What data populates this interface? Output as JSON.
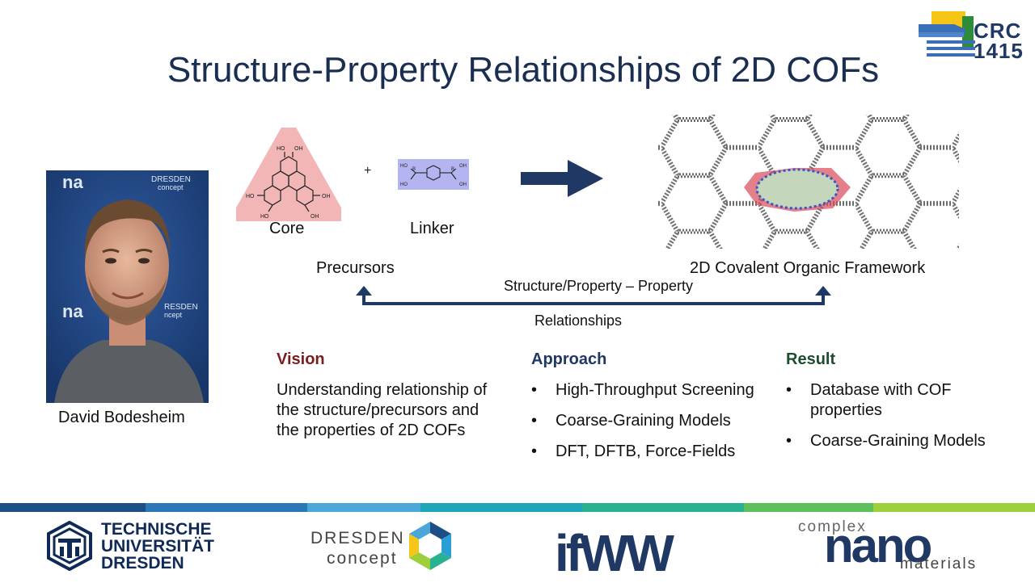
{
  "slide": {
    "title": "Structure-Property Relationships of 2D COFs",
    "crc_logo": {
      "line1": "CRC",
      "line2": "1415"
    },
    "person_name": "David Bodesheim",
    "diagram": {
      "plus": "+",
      "core_label": "Core",
      "linker_label": "Linker",
      "precursors_label": "Precursors",
      "framework_label": "2D Covalent Organic Framework",
      "relation_top": "Structure/Property – Property",
      "relation_bottom": "Relationships",
      "core_oh": "OH",
      "core_ho": "HO",
      "linker_ho": "HO",
      "linker_oh": "OH",
      "linker_b": "B"
    },
    "columns": {
      "vision": {
        "heading": "Vision",
        "text": "Understanding relationship of the structure/precursors and the properties of 2D COFs"
      },
      "approach": {
        "heading": "Approach",
        "items": [
          "High-Throughput Screening",
          "Coarse-Graining Models",
          "DFT, DFTB, Force-Fields"
        ]
      },
      "result": {
        "heading": "Result",
        "items": [
          "Database with COF properties",
          "Coarse-Graining Models"
        ]
      }
    }
  },
  "logos": {
    "tu_dresden": {
      "line1": "TECHNISCHE",
      "line2": "UNIVERSITÄT",
      "line3": "DRESDEN"
    },
    "dresden_concept": {
      "line1": "DRESDEN",
      "line2": "concept"
    },
    "ifw": "ifWW",
    "nano": {
      "top": "complex",
      "big": "nano",
      "bottom": "materials"
    }
  },
  "colors": {
    "title": "#1a2e52",
    "arrow": "#1f3864",
    "vision_heading": "#7b1d1d",
    "approach_heading": "#1f3864",
    "result_heading": "#1d4d2f",
    "core_fill": "#f2b6b6",
    "linker_fill": "#b4b4f0"
  }
}
